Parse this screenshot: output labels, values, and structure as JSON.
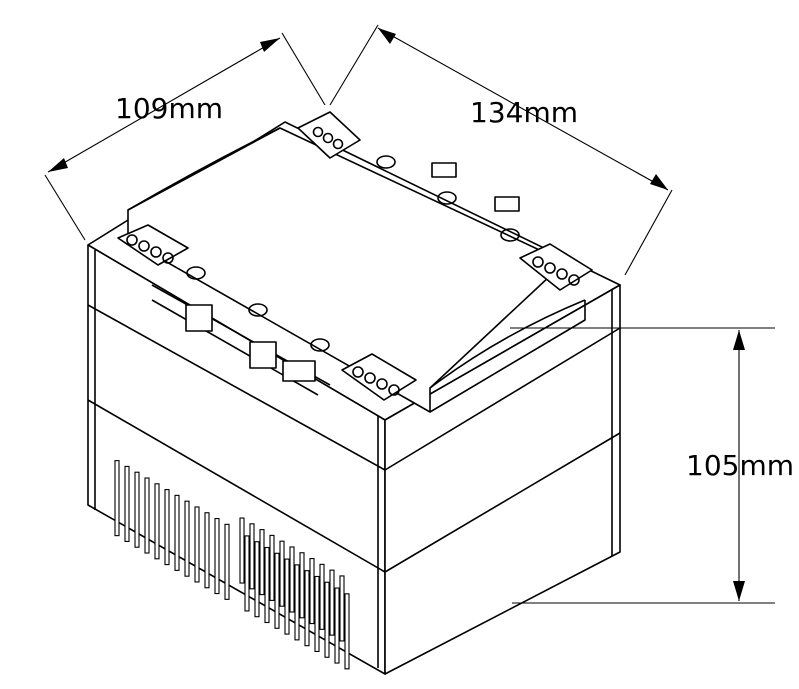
{
  "dimensions": {
    "depth": "109mm",
    "width": "134mm",
    "height": "105mm"
  },
  "colors": {
    "line": "#000000",
    "background": "#ffffff"
  }
}
